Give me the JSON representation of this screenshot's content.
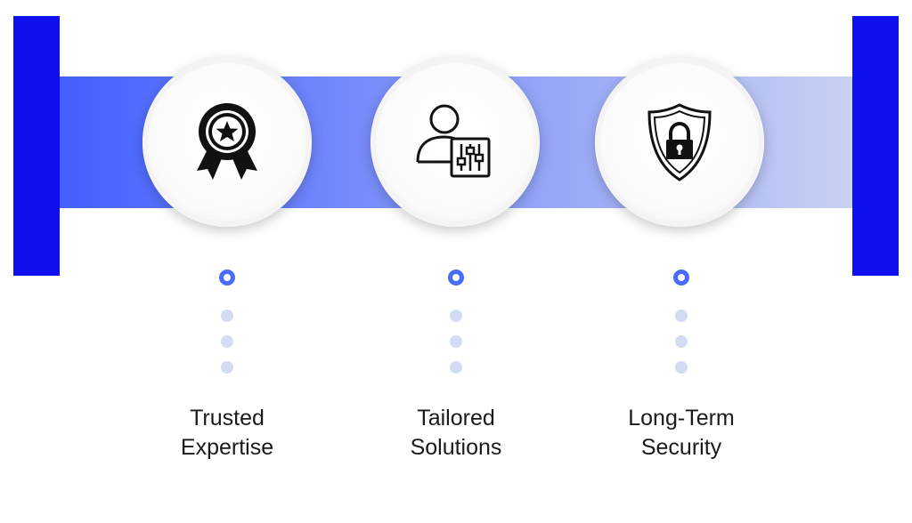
{
  "colors": {
    "side_bar": "#1010ee",
    "band_start": "#4460ff",
    "band_end": "#c9d1f2",
    "ring": "#4a6bfb",
    "dot": "#d4dcf3",
    "text": "#1a1a1a"
  },
  "steps": [
    {
      "icon": "award-ribbon-icon",
      "label_line1": "Trusted",
      "label_line2": "Expertise"
    },
    {
      "icon": "user-settings-icon",
      "label_line1": "Tailored",
      "label_line2": "Solutions"
    },
    {
      "icon": "shield-lock-icon",
      "label_line1": "Long-Term",
      "label_line2": "Security"
    }
  ]
}
